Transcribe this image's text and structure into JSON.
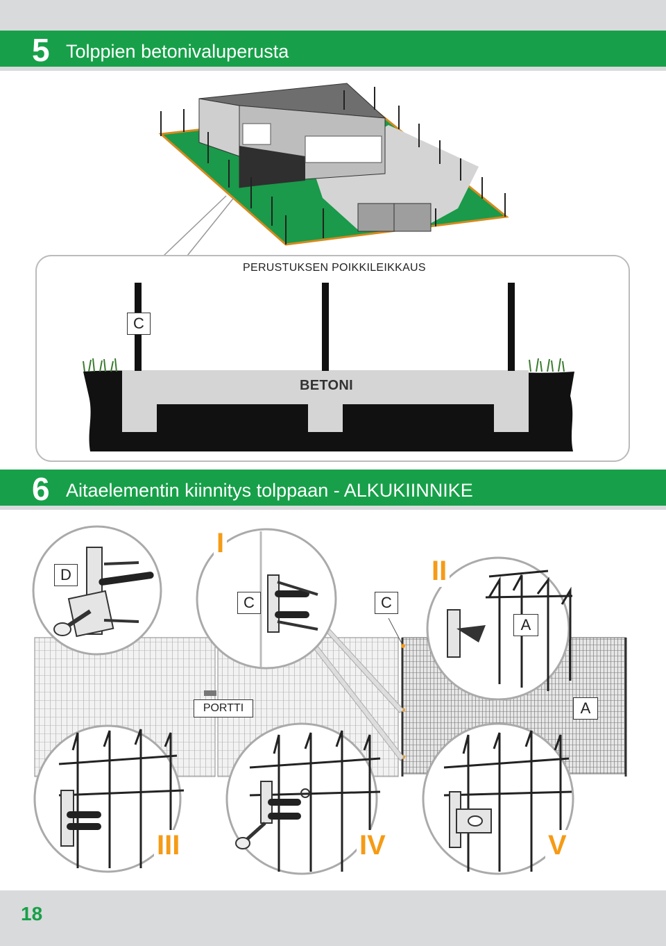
{
  "section5": {
    "number": "5",
    "title": "Tolppien betonivaluperusta"
  },
  "cross_section": {
    "caption": "PERUSTUKSEN POIKKILEIKKAUS",
    "label_c": "C",
    "concrete_label": "BETONI"
  },
  "section6": {
    "number": "6",
    "title": "Aitaelementin kiinnitys tolppaan - ALKUKIINNIKE"
  },
  "fence_diagram": {
    "label_d": "D",
    "label_c_left": "C",
    "label_c_right": "C",
    "label_a_top": "A",
    "label_a_bottom": "A",
    "gate_label": "PORTTI",
    "steps": [
      "I",
      "II",
      "III",
      "IV",
      "V"
    ]
  },
  "footer": {
    "page_number": "18"
  },
  "colors": {
    "green": "#17a049",
    "gray": "#d9dadb",
    "orange": "#f59b16",
    "lawn": "#1a9a4a"
  }
}
